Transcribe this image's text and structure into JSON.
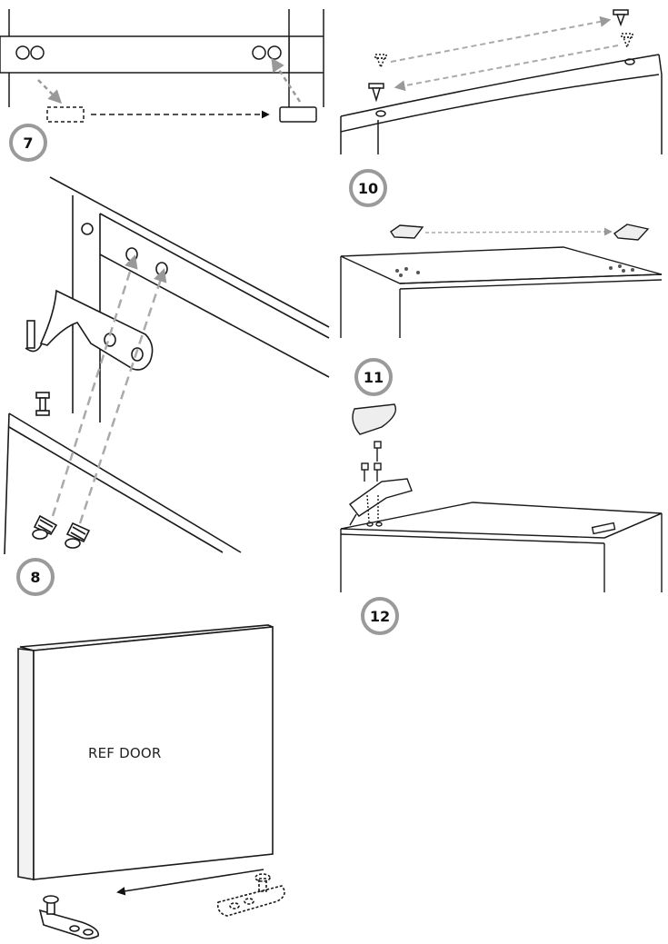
{
  "steps": [
    {
      "number": "7"
    },
    {
      "number": "8"
    },
    {
      "number": "10"
    },
    {
      "number": "11"
    },
    {
      "number": "12"
    }
  ],
  "door_label": "REF DOOR",
  "colors": {
    "line": "#1a1a1a",
    "arrow": "#999999",
    "badge_ring": "#9a9a9a"
  }
}
